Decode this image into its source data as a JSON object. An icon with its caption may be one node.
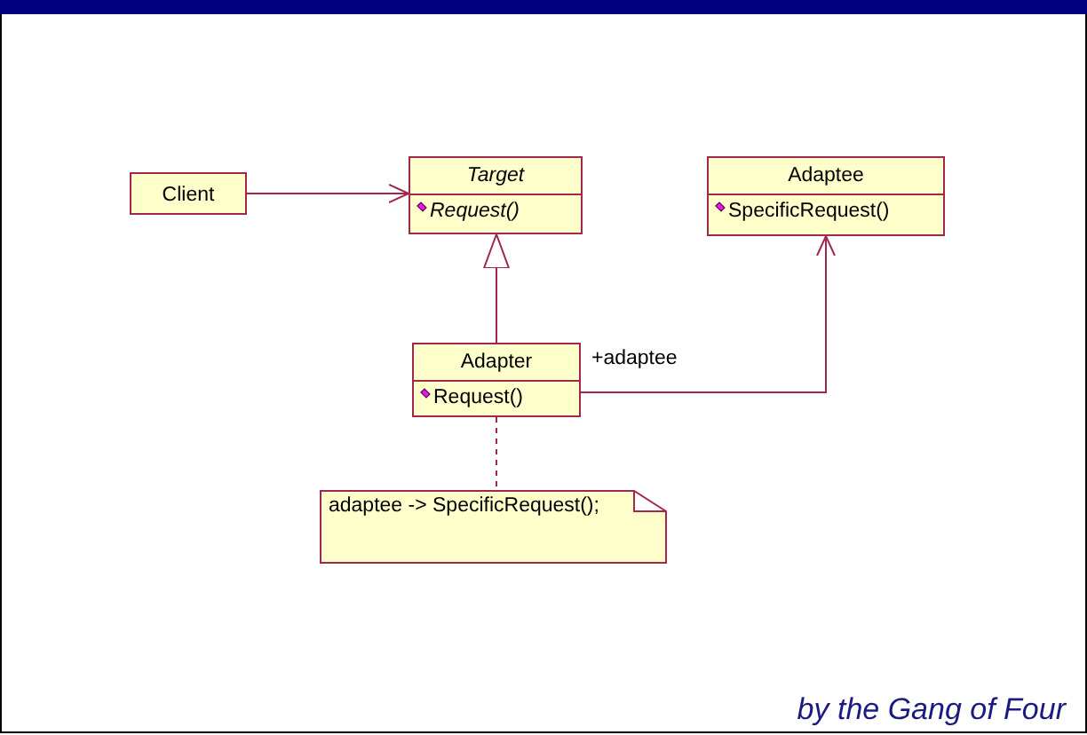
{
  "diagram": {
    "caption": "by the Gang of Four",
    "nodes": [
      {
        "text": [
          "Client"
        ]
      },
      {
        "text": [
          "Target",
          "Request()"
        ]
      },
      {
        "text": [
          "Adaptee",
          "SpecificRequest()"
        ]
      },
      {
        "text": [
          "Adapter",
          "Request()"
        ]
      },
      {
        "text": [
          "adaptee -> SpecificRequest();"
        ]
      }
    ],
    "edges": [
      {
        "from": 0,
        "to": 1,
        "arrow": "to"
      },
      {
        "from": 3,
        "to": 1,
        "arrow": "to"
      },
      {
        "from": 3,
        "to": 2,
        "arrow": "to",
        "label": "+adaptee"
      },
      {
        "from": 3,
        "to": 4,
        "arrow": "none",
        "style": "dashed"
      }
    ]
  }
}
